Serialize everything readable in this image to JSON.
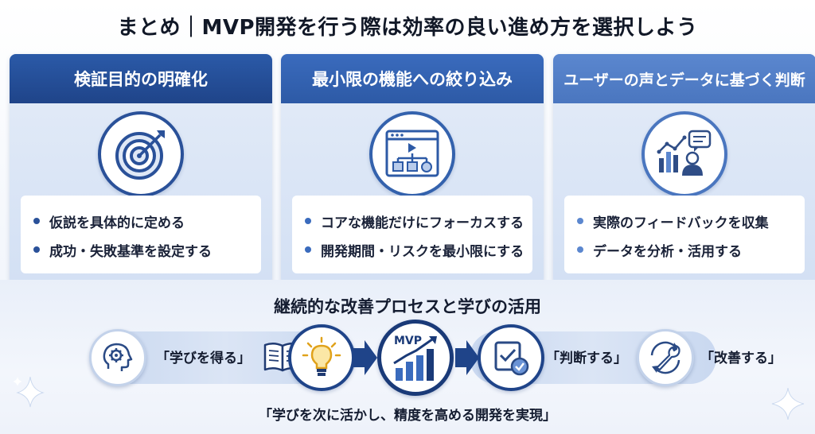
{
  "title": "まとめ｜MVP開発を行う際は効率の良い進め方を選択しよう",
  "cards": [
    {
      "heading": "検証目的の明確化",
      "icon": "target-icon",
      "bullets": [
        "仮説を具体的に定める",
        "成功・失敗基準を設定する"
      ]
    },
    {
      "heading": "最小限の機能への絞り込み",
      "icon": "app-window-flow-icon",
      "bullets": [
        "コアな機能だけにフォーカスする",
        "開発期間・リスクを最小限にする"
      ]
    },
    {
      "heading": "ユーザーの声とデータに基づく判断",
      "icon": "user-analytics-icon",
      "bullets": [
        "実際のフィードバックを収集",
        "データを分析・活用する"
      ]
    }
  ],
  "process": {
    "title": "継続的な改善プロセスと学びの活用",
    "steps": {
      "learn_label": "「学びを得る」",
      "mvp_label": "MVP",
      "judge_label": "「判断する」",
      "improve_label": "「改善する」"
    },
    "footer": "「学びを次に活かし、精度を高める開発を実現」"
  },
  "colors": {
    "navy": "#1f4489",
    "blue": "#3a6bbd",
    "light_blue": "#5b87cf"
  }
}
